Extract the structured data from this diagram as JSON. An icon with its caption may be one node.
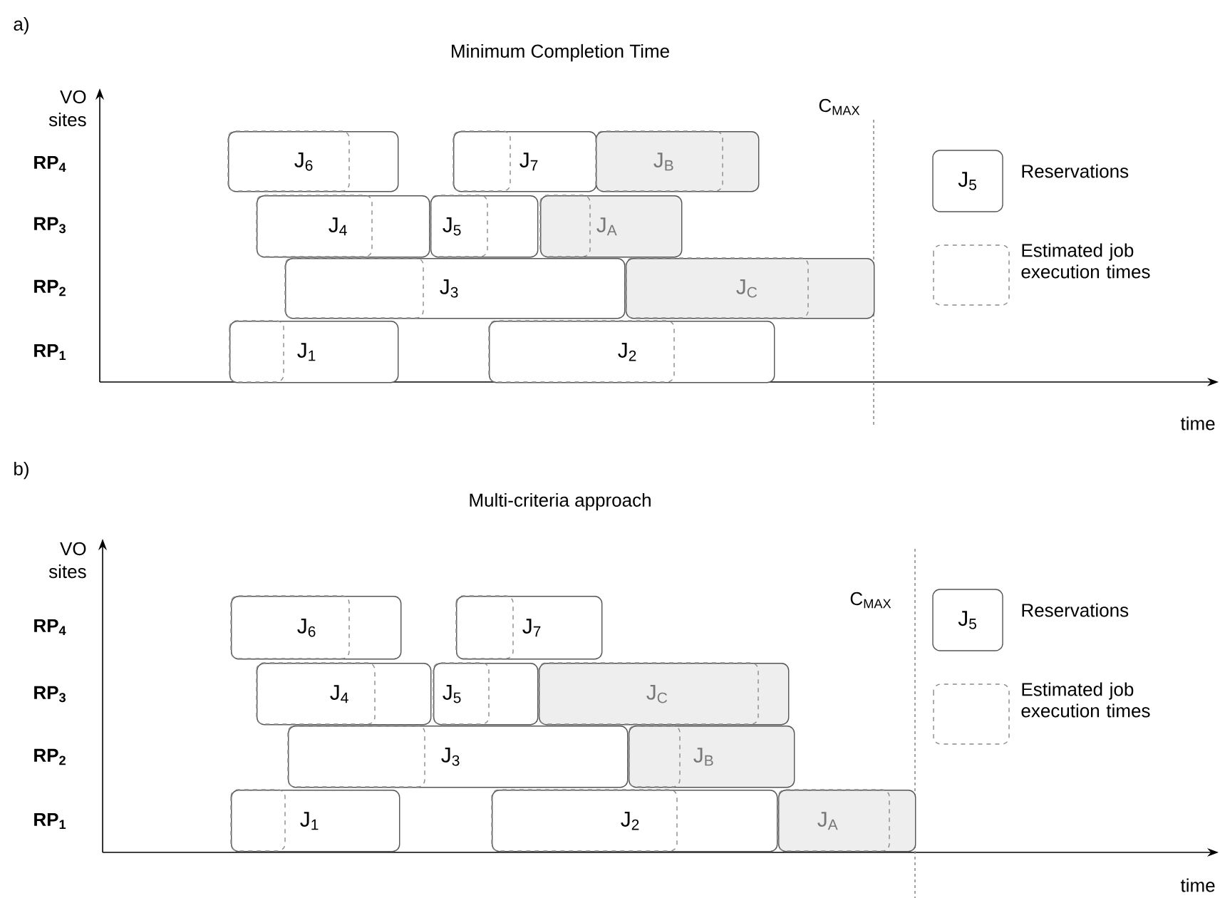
{
  "diagram": {
    "nodes": [
      {
        "text": [
          "J$_{6}$"
        ]
      },
      {
        "text": [
          "J$_{7}$"
        ]
      },
      {
        "text": [
          "J$_{B}$"
        ]
      },
      {
        "text": [
          "J$_{4}$"
        ]
      },
      {
        "text": [
          "J$_{5}$"
        ]
      },
      {
        "text": [
          "J$_{A}$"
        ]
      },
      {
        "text": [
          "J$_{3}$"
        ]
      },
      {
        "text": [
          "J$_{C}$"
        ]
      },
      {
        "text": [
          "J$_{1}$"
        ]
      },
      {
        "text": [
          "J$_{2}$"
        ]
      },
      {
        "text": [
          "J$_{6}$"
        ]
      },
      {
        "text": [
          "J$_{7}$"
        ]
      },
      {
        "text": [
          "J$_{4}$"
        ]
      },
      {
        "text": [
          "J$_{5}$"
        ]
      },
      {
        "text": [
          "J$_{C}$"
        ]
      },
      {
        "text": [
          "J$_{3}$"
        ]
      },
      {
        "text": [
          "J$_{B}$"
        ]
      },
      {
        "text": [
          "J$_{1}$"
        ]
      },
      {
        "text": [
          "J$_{2}$"
        ]
      },
      {
        "text": [
          "J$_{A}$"
        ]
      }
    ],
    "labels": [
      "a)",
      "Minimum Completion Time",
      "VO sites",
      "C$_{MAX}$",
      "RP$_{4}$",
      "J$_{5}$",
      "RP$_{3}$",
      "RP$_{2}$",
      "RP$_{1}$",
      "time",
      "b)",
      "Multi-criteria approach",
      "VO sites",
      "C$_{MAX}$",
      "RP$_{4}$",
      "J$_{5}$",
      "RP$_{3}$",
      "RP$_{2}$",
      "RP$_{1}$",
      "time"
    ],
    "legend": [
      {
        "text": "Reservations"
      },
      {
        "text": "Estimated job execution times"
      },
      {
        "text": "Reservations"
      },
      {
        "text": "Estimated job execution times"
      }
    ]
  }
}
